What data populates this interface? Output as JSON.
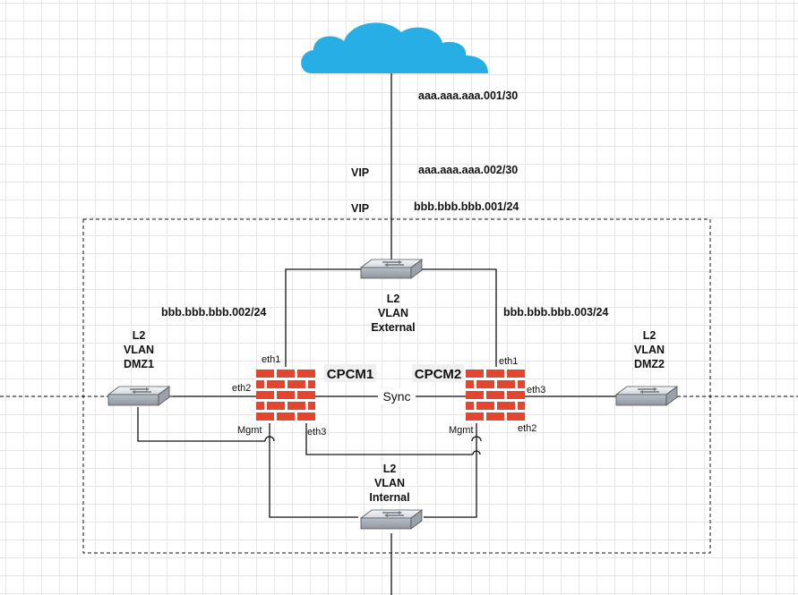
{
  "labels": {
    "isp_ip": "aaa.aaa.aaa.001/30",
    "vip_label_1": "VIP",
    "vip_ip_1": "aaa.aaa.aaa.002/30",
    "vip_label_2": "VIP",
    "vip_ip_2": "bbb.bbb.bbb.001/24",
    "cpcm1_ext_ip": "bbb.bbb.bbb.002/24",
    "cpcm2_ext_ip": "bbb.bbb.bbb.003/24",
    "sync": "Sync"
  },
  "switches": {
    "external": [
      "L2",
      "VLAN",
      "External"
    ],
    "dmz1": [
      "L2",
      "VLAN",
      "DMZ1"
    ],
    "dmz2": [
      "L2",
      "VLAN",
      "DMZ2"
    ],
    "internal": [
      "L2",
      "VLAN",
      "Internal"
    ]
  },
  "firewalls": {
    "cpcm1": {
      "name": "CPCM1",
      "ports": {
        "eth1": "eth1",
        "eth2": "eth2",
        "eth3": "eth3",
        "mgmt": "Mgmt"
      }
    },
    "cpcm2": {
      "name": "CPCM2",
      "ports": {
        "eth1": "eth1",
        "eth2": "eth2",
        "eth3": "eth3",
        "mgmt": "Mgmt"
      }
    }
  },
  "colors": {
    "cloud": "#27aee4",
    "firewall_brick": "#e3452f",
    "switch_body": "#c8cdd3",
    "switch_top": "#eceff2"
  },
  "icons": {
    "cloud": "cloud-icon",
    "switch": "switch-icon",
    "firewall": "firewall-icon"
  }
}
